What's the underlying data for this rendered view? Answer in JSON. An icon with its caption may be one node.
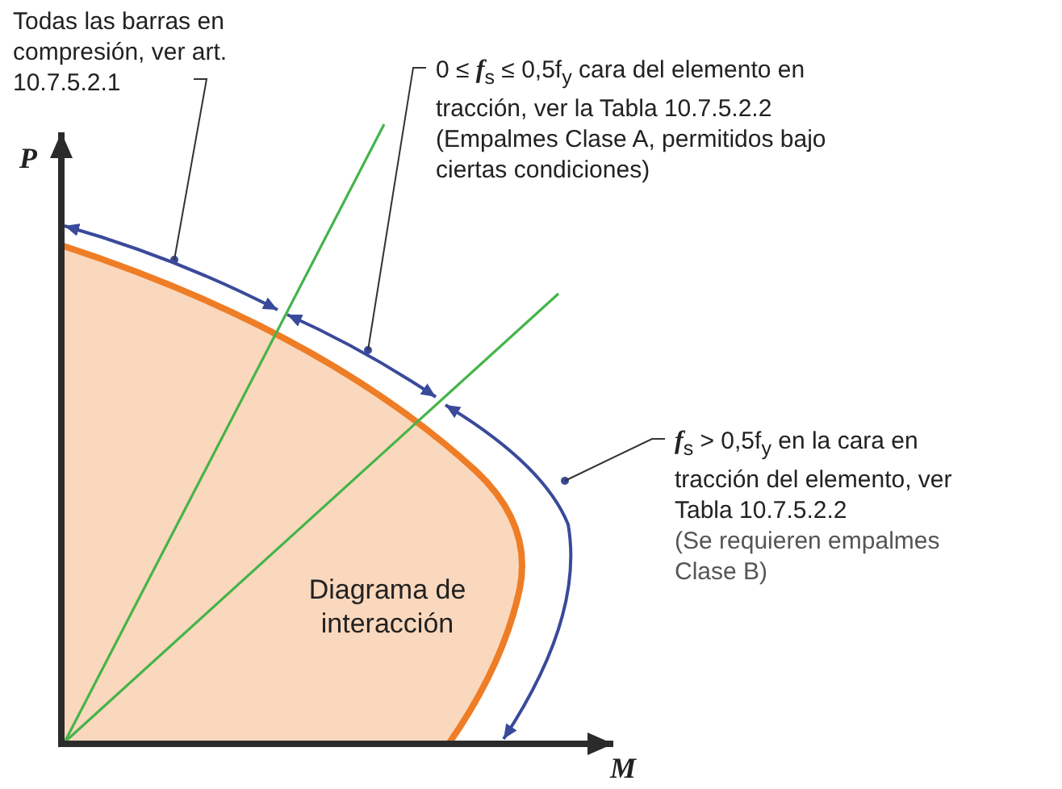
{
  "diagram": {
    "nodes": [
      {
        "text": [
          "Todas las barras en compresión, ver art. 10.7.5.2.1"
        ]
      },
      {
        "text": [
          "0 ≤ *f*$_{s}$ ≤ 0,5f$_{y}$ cara del elemento en tracción, ver la Tabla 10.7.5.2.2 (Empalmes Clase A, permitidos bajo ciertas condiciones)"
        ]
      },
      {
        "text": [
          "*f*$_{s}$ > 0,5f$_{y}$ en la cara en tracción del elemento, ver Tabla 10.7.5.2.2",
          "(Se requieren empalmes Clase B)"
        ]
      }
    ],
    "edges": [
      {
        "from": 0,
        "to": null,
        "arrow": "none"
      },
      {
        "from": 1,
        "to": null,
        "arrow": "none"
      },
      {
        "from": 2,
        "to": null,
        "arrow": "none"
      }
    ],
    "labels": [
      "P",
      "Diagrama de interacción",
      "M"
    ]
  }
}
